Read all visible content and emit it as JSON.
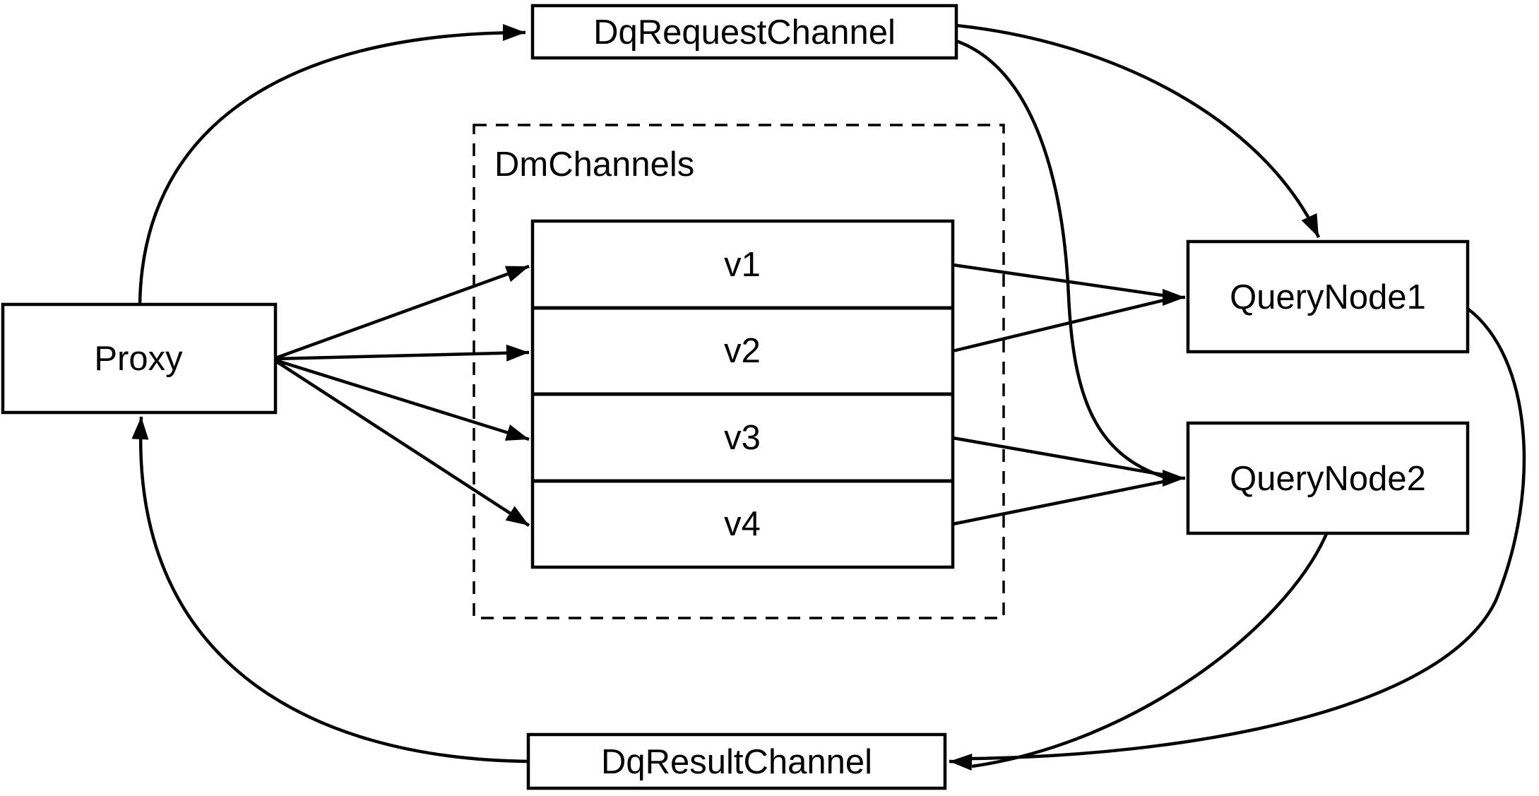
{
  "diagram": {
    "nodes": {
      "proxy": {
        "label": "Proxy"
      },
      "dq_request_channel": {
        "label": "DqRequestChannel"
      },
      "dq_result_channel": {
        "label": "DqResultChannel"
      },
      "query_node_1": {
        "label": "QueryNode1"
      },
      "query_node_2": {
        "label": "QueryNode2"
      },
      "dm_channels_group": {
        "label": "DmChannels"
      },
      "channels": [
        {
          "label": "v1"
        },
        {
          "label": "v2"
        },
        {
          "label": "v3"
        },
        {
          "label": "v4"
        }
      ]
    },
    "edges": [
      {
        "from": "Proxy",
        "to": "DqRequestChannel"
      },
      {
        "from": "Proxy",
        "to": "v1"
      },
      {
        "from": "Proxy",
        "to": "v2"
      },
      {
        "from": "Proxy",
        "to": "v3"
      },
      {
        "from": "Proxy",
        "to": "v4"
      },
      {
        "from": "v1",
        "to": "QueryNode1"
      },
      {
        "from": "v2",
        "to": "QueryNode1"
      },
      {
        "from": "v3",
        "to": "QueryNode2"
      },
      {
        "from": "v4",
        "to": "QueryNode2"
      },
      {
        "from": "DqRequestChannel",
        "to": "QueryNode1"
      },
      {
        "from": "DqRequestChannel",
        "to": "QueryNode2"
      },
      {
        "from": "QueryNode1",
        "to": "DqResultChannel"
      },
      {
        "from": "QueryNode2",
        "to": "DqResultChannel"
      },
      {
        "from": "DqResultChannel",
        "to": "Proxy"
      }
    ],
    "colors": {
      "line": "#000000",
      "text": "#000000",
      "box_fill": "#ffffff",
      "background": "#ffffff"
    }
  }
}
